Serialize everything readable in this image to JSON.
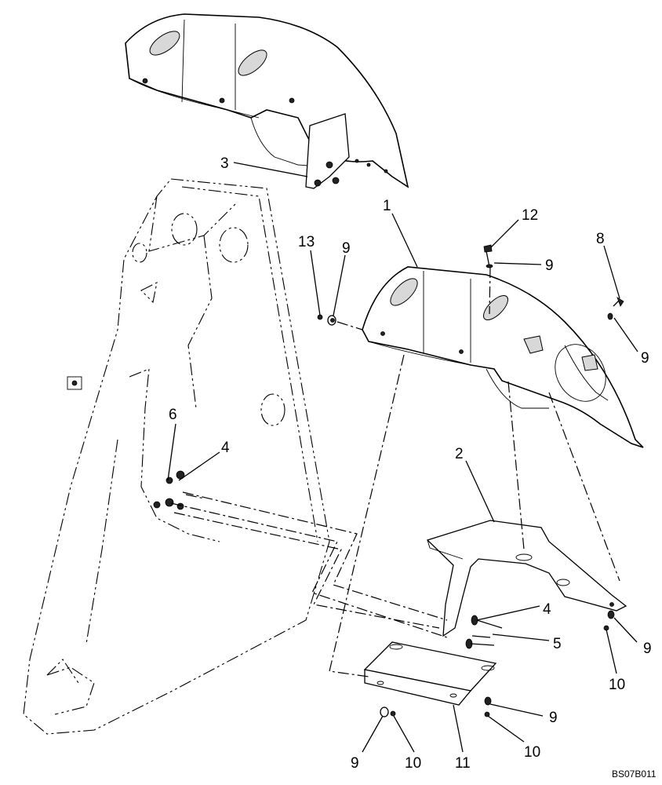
{
  "drawing": {
    "reference_code": "BS07B011",
    "callouts": {
      "c1": "1",
      "c2": "2",
      "c3": "3",
      "c4a": "4",
      "c4b": "4",
      "c5": "5",
      "c6": "6",
      "c8": "8",
      "c9a": "9",
      "c9b": "9",
      "c9c": "9",
      "c9d": "9",
      "c9e": "9",
      "c9f": "9",
      "c10a": "10",
      "c10b": "10",
      "c10c": "10",
      "c11": "11",
      "c12": "12",
      "c13": "13"
    }
  }
}
